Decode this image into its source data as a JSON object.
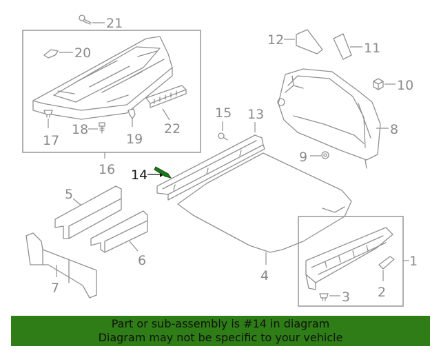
{
  "diagram": {
    "callouts": {
      "c1": "1",
      "c2": "2",
      "c3": "3",
      "c4": "4",
      "c5": "5",
      "c6": "6",
      "c7": "7",
      "c8": "8",
      "c9": "9",
      "c10": "10",
      "c11": "11",
      "c12": "12",
      "c13": "13",
      "c14": "14",
      "c15": "15",
      "c16": "16",
      "c17": "17",
      "c18": "18",
      "c19": "19",
      "c20": "20",
      "c21": "21",
      "c22": "22"
    },
    "highlight_color": "#1b7a1b",
    "line_color": "#8f8f8f"
  },
  "banner": {
    "line1": "Part or sub-assembly is #14 in diagram",
    "line2": "Diagram may not be specific to your vehicle",
    "background": "#2e7d16"
  }
}
